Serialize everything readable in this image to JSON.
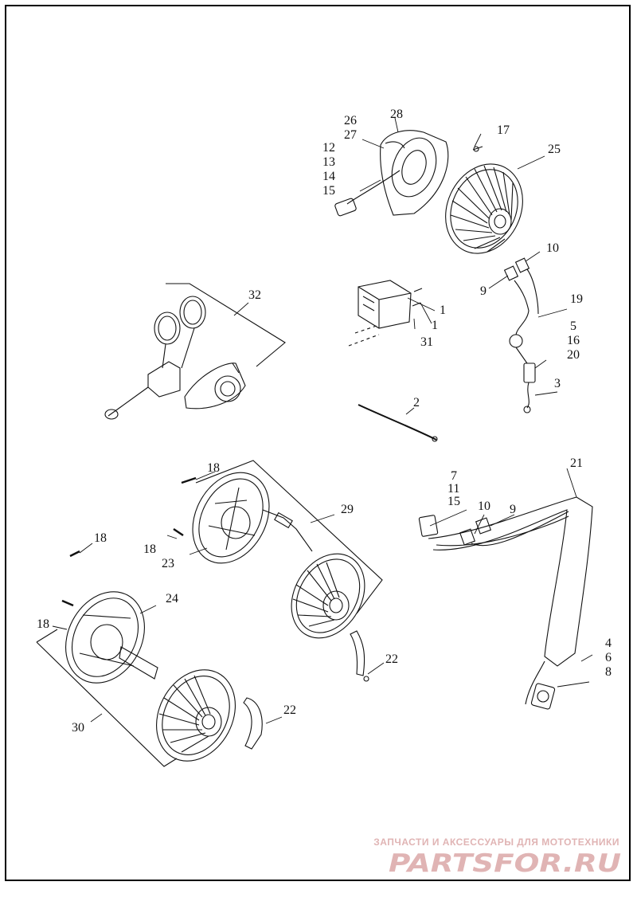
{
  "callouts": {
    "c1a": "1",
    "c1b": "1",
    "c2": "2",
    "c3": "3",
    "c4_6_8": [
      "4",
      "6",
      "8"
    ],
    "c5_16_20": [
      "5",
      "16",
      "20"
    ],
    "c7_11_15": [
      "7",
      "11",
      "15"
    ],
    "c9a": "9",
    "c9b": "9",
    "c10a": "10",
    "c10b": "10",
    "c12_15": [
      "12",
      "13",
      "14",
      "15"
    ],
    "c17": "17",
    "c18a": "18",
    "c18b": "18",
    "c18c": "18",
    "c18d": "18",
    "c19": "19",
    "c21": "21",
    "c22a": "22",
    "c22b": "22",
    "c23": "23",
    "c24": "24",
    "c25": "25",
    "c26_27": [
      "26",
      "27"
    ],
    "c28": "28",
    "c29": "29",
    "c30": "30",
    "c31": "31",
    "c32": "32"
  },
  "watermark": {
    "caption": "ЗАПЧАСТИ И АКСЕССУАРЫ ДЛЯ МОТОТЕХНИКИ",
    "logo_text": "PARTSFOR.RU",
    "color": "#e0b4b4"
  }
}
